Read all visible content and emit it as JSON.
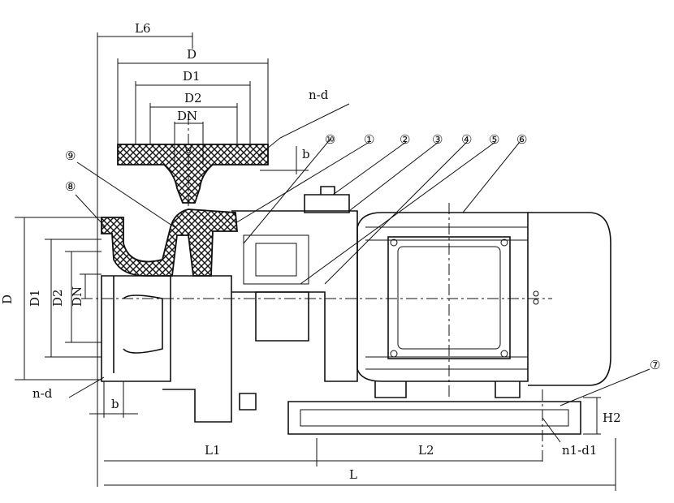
{
  "dimensions": {
    "top_L6": "L6",
    "top_D": "D",
    "top_D1": "D1",
    "top_D2": "D2",
    "top_DN": "DN",
    "top_nd": "n-d",
    "top_b": "b",
    "side_D": "D",
    "side_D1": "D1",
    "side_D2": "D2",
    "side_DN": "DN",
    "side_nd": "n-d",
    "side_b": "b",
    "L1": "L1",
    "L2": "L2",
    "L": "L",
    "H2": "H2",
    "n1d1": "n1-d1"
  },
  "parts": [
    "⑩",
    "①",
    "②",
    "③",
    "④",
    "⑤",
    "⑥",
    "⑦",
    "⑧",
    "⑨"
  ]
}
